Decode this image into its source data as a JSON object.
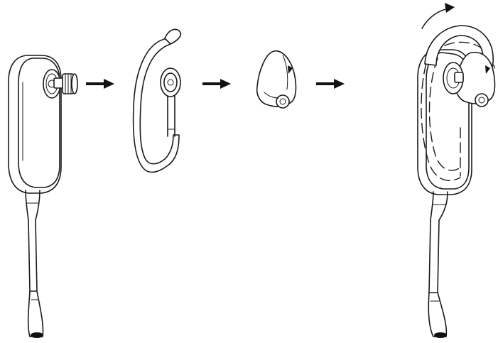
{
  "figure": {
    "steps": [
      {
        "name": "headset-with-post",
        "icon": "headset-icon"
      },
      {
        "name": "ear-hook",
        "icon": "ear-hook-icon"
      },
      {
        "name": "ear-tip",
        "icon": "ear-tip-icon"
      },
      {
        "name": "assembled-headset",
        "icon": "assembled-headset-icon"
      }
    ],
    "connector_icon": "arrow-right-icon",
    "rotation_icon": "rotate-clockwise-icon",
    "colors": {
      "line": "#1a1a1a",
      "background": "#ffffff"
    }
  }
}
